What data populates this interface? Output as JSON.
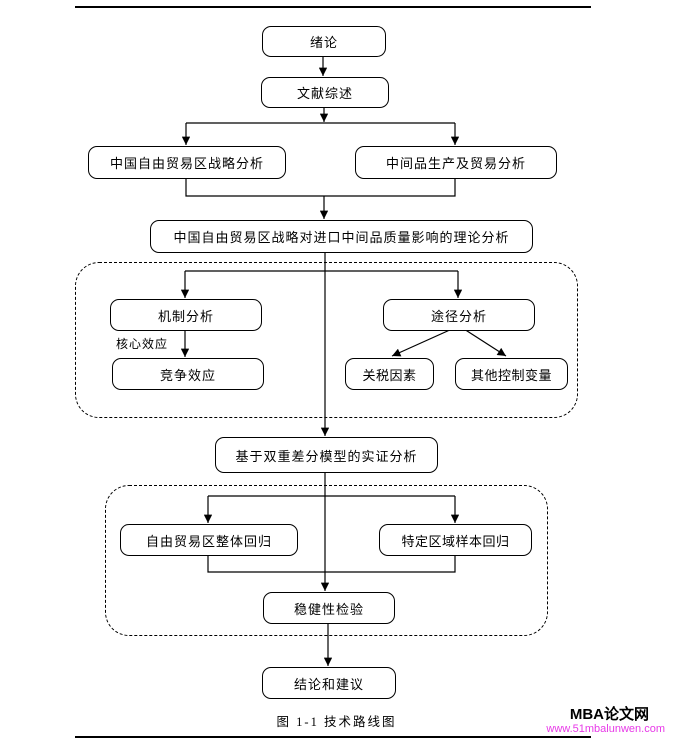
{
  "figure": {
    "caption": "图 1-1  技术路线图"
  },
  "watermark": {
    "brand": "MBA论文网",
    "url": "www.51mbalunwen.com",
    "url_color": "#e83ae8"
  },
  "flowchart": {
    "nodes": {
      "intro": "绪论",
      "literature": "文献综述",
      "ftz_strategy": "中国自由贸易区战略分析",
      "intermediate_goods": "中间品生产及贸易分析",
      "theory": "中国自由贸易区战略对进口中间品质量影响的理论分析",
      "mechanism": "机制分析",
      "path": "途径分析",
      "core_effect": "核心效应",
      "competition": "竞争效应",
      "tariff": "关税因素",
      "controls": "其他控制变量",
      "did": "基于双重差分模型的实证分析",
      "overall_regression": "自由贸易区整体回归",
      "region_sample": "特定区域样本回归",
      "robustness": "稳健性检验",
      "conclusion": "结论和建议"
    }
  }
}
